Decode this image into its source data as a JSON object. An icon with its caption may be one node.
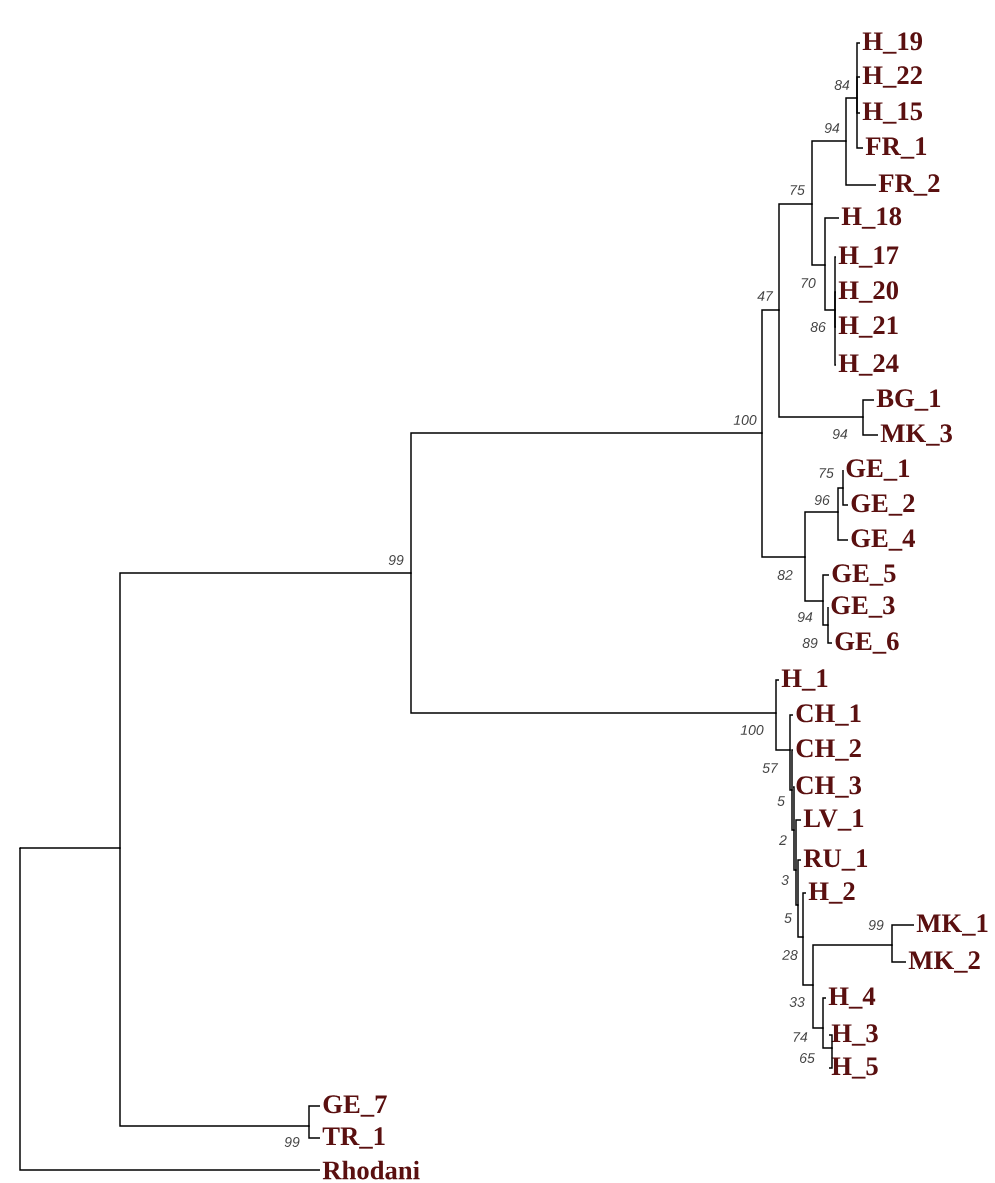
{
  "diagram": {
    "nodes": [
      {
        "text": [
          "H_19"
        ]
      },
      {
        "text": [
          "H_22"
        ]
      },
      {
        "text": [
          "H_15"
        ]
      },
      {
        "text": [
          "FR_1"
        ]
      },
      {
        "text": [
          "FR_2"
        ]
      },
      {
        "text": [
          "H_18"
        ]
      },
      {
        "text": [
          "H_17"
        ]
      },
      {
        "text": [
          "H_20"
        ]
      },
      {
        "text": [
          "H_21"
        ]
      },
      {
        "text": [
          "H_24"
        ]
      },
      {
        "text": [
          "BG_1"
        ]
      },
      {
        "text": [
          "MK_3"
        ]
      },
      {
        "text": [
          "GE_1"
        ]
      },
      {
        "text": [
          "GE_2"
        ]
      },
      {
        "text": [
          "GE_4"
        ]
      },
      {
        "text": [
          "GE_5"
        ]
      },
      {
        "text": [
          "GE_3"
        ]
      },
      {
        "text": [
          "GE_6"
        ]
      },
      {
        "text": [
          "H_1"
        ]
      },
      {
        "text": [
          "CH_1"
        ]
      },
      {
        "text": [
          "CH_2"
        ]
      },
      {
        "text": [
          "CH_3"
        ]
      },
      {
        "text": [
          "LV_1"
        ]
      },
      {
        "text": [
          "RU_1"
        ]
      },
      {
        "text": [
          "H_2"
        ]
      },
      {
        "text": [
          "MK_1"
        ]
      },
      {
        "text": [
          "MK_2"
        ]
      },
      {
        "text": [
          "H_4"
        ]
      },
      {
        "text": [
          "H_3"
        ]
      },
      {
        "text": [
          "H_5"
        ]
      },
      {
        "text": [
          "GE_7"
        ]
      },
      {
        "text": [
          "TR_1"
        ]
      },
      {
        "text": [
          "Rhodani"
        ]
      },
      {
        "text": [],
        "shape": "point"
      },
      {
        "text": [],
        "shape": "point"
      },
      {
        "text": [],
        "shape": "point",
        "beside": [
          "99"
        ]
      },
      {
        "text": [],
        "shape": "point",
        "beside": [
          "99"
        ]
      },
      {
        "text": [],
        "shape": "point",
        "beside": [
          "100"
        ]
      },
      {
        "text": [],
        "shape": "point",
        "beside": [
          "100"
        ]
      },
      {
        "text": [],
        "shape": "point",
        "beside": [
          "47"
        ]
      },
      {
        "text": [],
        "shape": "point",
        "beside": [
          "57"
        ]
      },
      {
        "text": [],
        "shape": "point",
        "beside": [
          "5"
        ]
      },
      {
        "text": [],
        "shape": "point",
        "beside": [
          "2"
        ]
      },
      {
        "text": [],
        "shape": "point",
        "beside": [
          "3"
        ]
      },
      {
        "text": [],
        "shape": "point",
        "beside": [
          "5"
        ]
      },
      {
        "text": [],
        "shape": "point",
        "beside": [
          "28"
        ]
      },
      {
        "text": [],
        "shape": "point",
        "beside": [
          "82"
        ]
      },
      {
        "text": [],
        "shape": "point",
        "beside": [
          "75"
        ]
      },
      {
        "text": [],
        "shape": "point",
        "beside": [
          "33"
        ]
      },
      {
        "text": [],
        "shape": "point",
        "beside": [
          "94"
        ]
      },
      {
        "text": [],
        "shape": "point",
        "beside": [
          "74"
        ]
      },
      {
        "text": [],
        "shape": "point",
        "beside": [
          "70"
        ]
      },
      {
        "text": [],
        "shape": "point",
        "beside": [
          "89"
        ]
      },
      {
        "text": [],
        "shape": "point",
        "beside": [
          "65"
        ]
      },
      {
        "text": [],
        "shape": "point",
        "beside": [
          "86"
        ]
      },
      {
        "text": [],
        "shape": "point",
        "beside": [
          "96"
        ]
      },
      {
        "text": [],
        "shape": "point",
        "beside": [
          "75"
        ]
      },
      {
        "text": [],
        "shape": "point",
        "beside": [
          "94"
        ]
      },
      {
        "text": [],
        "shape": "point",
        "beside": [
          "84"
        ]
      },
      {
        "text": [],
        "shape": "point",
        "beside": [
          "94"
        ]
      },
      {
        "text": [],
        "shape": "point",
        "beside": [
          "99"
        ]
      }
    ],
    "edges": [
      {
        "from": 33,
        "to": 34,
        "arrow": "none"
      },
      {
        "from": 33,
        "to": 32,
        "arrow": "none"
      },
      {
        "from": 34,
        "to": 36,
        "arrow": "none"
      },
      {
        "from": 34,
        "to": 35,
        "arrow": "none"
      },
      {
        "from": 35,
        "to": 30,
        "arrow": "none"
      },
      {
        "from": 35,
        "to": 31,
        "arrow": "none"
      },
      {
        "from": 36,
        "to": 37,
        "arrow": "none"
      },
      {
        "from": 36,
        "to": 38,
        "arrow": "none"
      },
      {
        "from": 37,
        "to": 39,
        "arrow": "none"
      },
      {
        "from": 37,
        "to": 46,
        "arrow": "none"
      },
      {
        "from": 39,
        "to": 47,
        "arrow": "none"
      },
      {
        "from": 39,
        "to": 59,
        "arrow": "none"
      },
      {
        "from": 47,
        "to": 57,
        "arrow": "none"
      },
      {
        "from": 47,
        "to": 51,
        "arrow": "none"
      },
      {
        "from": 57,
        "to": 58,
        "arrow": "none"
      },
      {
        "from": 57,
        "to": 4,
        "arrow": "none"
      },
      {
        "from": 58,
        "to": 0,
        "arrow": "none"
      },
      {
        "from": 58,
        "to": 1,
        "arrow": "none"
      },
      {
        "from": 58,
        "to": 2,
        "arrow": "none"
      },
      {
        "from": 58,
        "to": 3,
        "arrow": "none"
      },
      {
        "from": 51,
        "to": 5,
        "arrow": "none"
      },
      {
        "from": 51,
        "to": 54,
        "arrow": "none"
      },
      {
        "from": 54,
        "to": 6,
        "arrow": "none"
      },
      {
        "from": 54,
        "to": 7,
        "arrow": "none"
      },
      {
        "from": 54,
        "to": 8,
        "arrow": "none"
      },
      {
        "from": 54,
        "to": 9,
        "arrow": "none"
      },
      {
        "from": 59,
        "to": 10,
        "arrow": "none"
      },
      {
        "from": 59,
        "to": 11,
        "arrow": "none"
      },
      {
        "from": 46,
        "to": 55,
        "arrow": "none"
      },
      {
        "from": 46,
        "to": 49,
        "arrow": "none"
      },
      {
        "from": 55,
        "to": 56,
        "arrow": "none"
      },
      {
        "from": 55,
        "to": 14,
        "arrow": "none"
      },
      {
        "from": 56,
        "to": 12,
        "arrow": "none"
      },
      {
        "from": 56,
        "to": 13,
        "arrow": "none"
      },
      {
        "from": 49,
        "to": 15,
        "arrow": "none"
      },
      {
        "from": 49,
        "to": 52,
        "arrow": "none"
      },
      {
        "from": 52,
        "to": 16,
        "arrow": "none"
      },
      {
        "from": 52,
        "to": 17,
        "arrow": "none"
      },
      {
        "from": 38,
        "to": 18,
        "arrow": "none"
      },
      {
        "from": 38,
        "to": 40,
        "arrow": "none"
      },
      {
        "from": 40,
        "to": 19,
        "arrow": "none"
      },
      {
        "from": 40,
        "to": 41,
        "arrow": "none"
      },
      {
        "from": 41,
        "to": 20,
        "arrow": "none"
      },
      {
        "from": 41,
        "to": 42,
        "arrow": "none"
      },
      {
        "from": 42,
        "to": 21,
        "arrow": "none"
      },
      {
        "from": 42,
        "to": 43,
        "arrow": "none"
      },
      {
        "from": 43,
        "to": 22,
        "arrow": "none"
      },
      {
        "from": 43,
        "to": 44,
        "arrow": "none"
      },
      {
        "from": 44,
        "to": 23,
        "arrow": "none"
      },
      {
        "from": 44,
        "to": 45,
        "arrow": "none"
      },
      {
        "from": 45,
        "to": 24,
        "arrow": "none"
      },
      {
        "from": 45,
        "to": 48,
        "arrow": "none"
      },
      {
        "from": 48,
        "to": 60,
        "arrow": "none"
      },
      {
        "from": 48,
        "to": 50,
        "arrow": "none"
      },
      {
        "from": 60,
        "to": 25,
        "arrow": "none"
      },
      {
        "from": 60,
        "to": 26,
        "arrow": "none"
      },
      {
        "from": 50,
        "to": 27,
        "arrow": "none"
      },
      {
        "from": 50,
        "to": 53,
        "arrow": "none"
      },
      {
        "from": 53,
        "to": 28,
        "arrow": "none"
      },
      {
        "from": 53,
        "to": 29,
        "arrow": "none"
      }
    ]
  }
}
